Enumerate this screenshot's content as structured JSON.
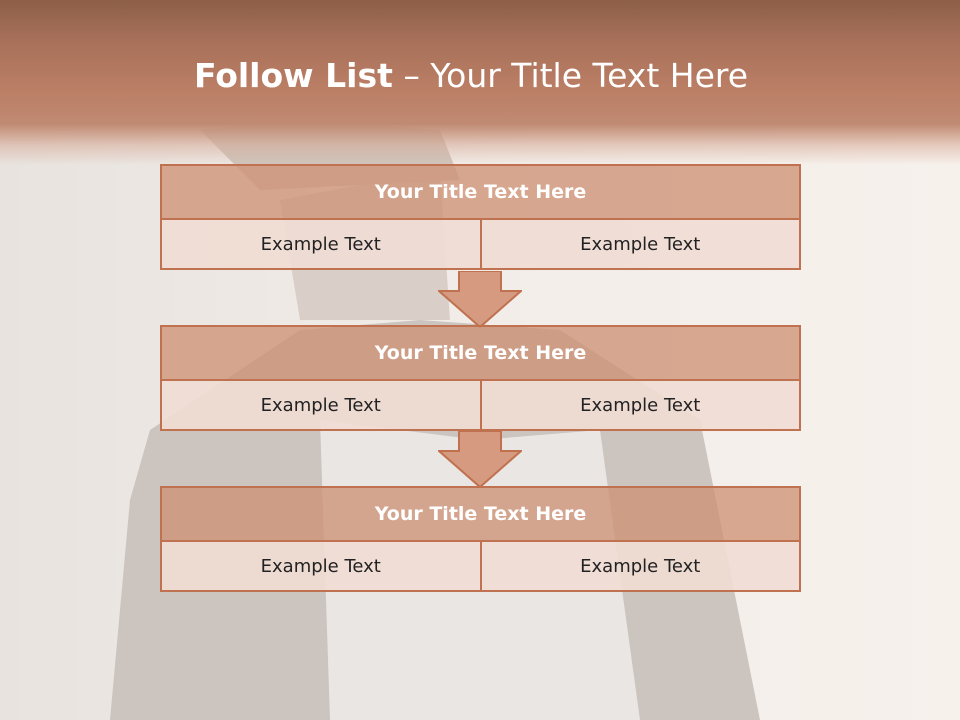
{
  "slide": {
    "title_bold": "Follow List",
    "title_rest": " – Your Title Text Here"
  },
  "steps": [
    {
      "title": "Your Title Text Here",
      "left": "Example Text",
      "right": "Example Text"
    },
    {
      "title": "Your Title Text Here",
      "left": "Example Text",
      "right": "Example Text"
    },
    {
      "title": "Your Title Text Here",
      "left": "Example Text",
      "right": "Example Text"
    }
  ],
  "colors": {
    "banner": "#b97d63",
    "box_border": "#c0714f",
    "header_fill": "#ce9276",
    "cell_fill": "#f0dcd4",
    "arrow_fill": "#d59a7f"
  }
}
